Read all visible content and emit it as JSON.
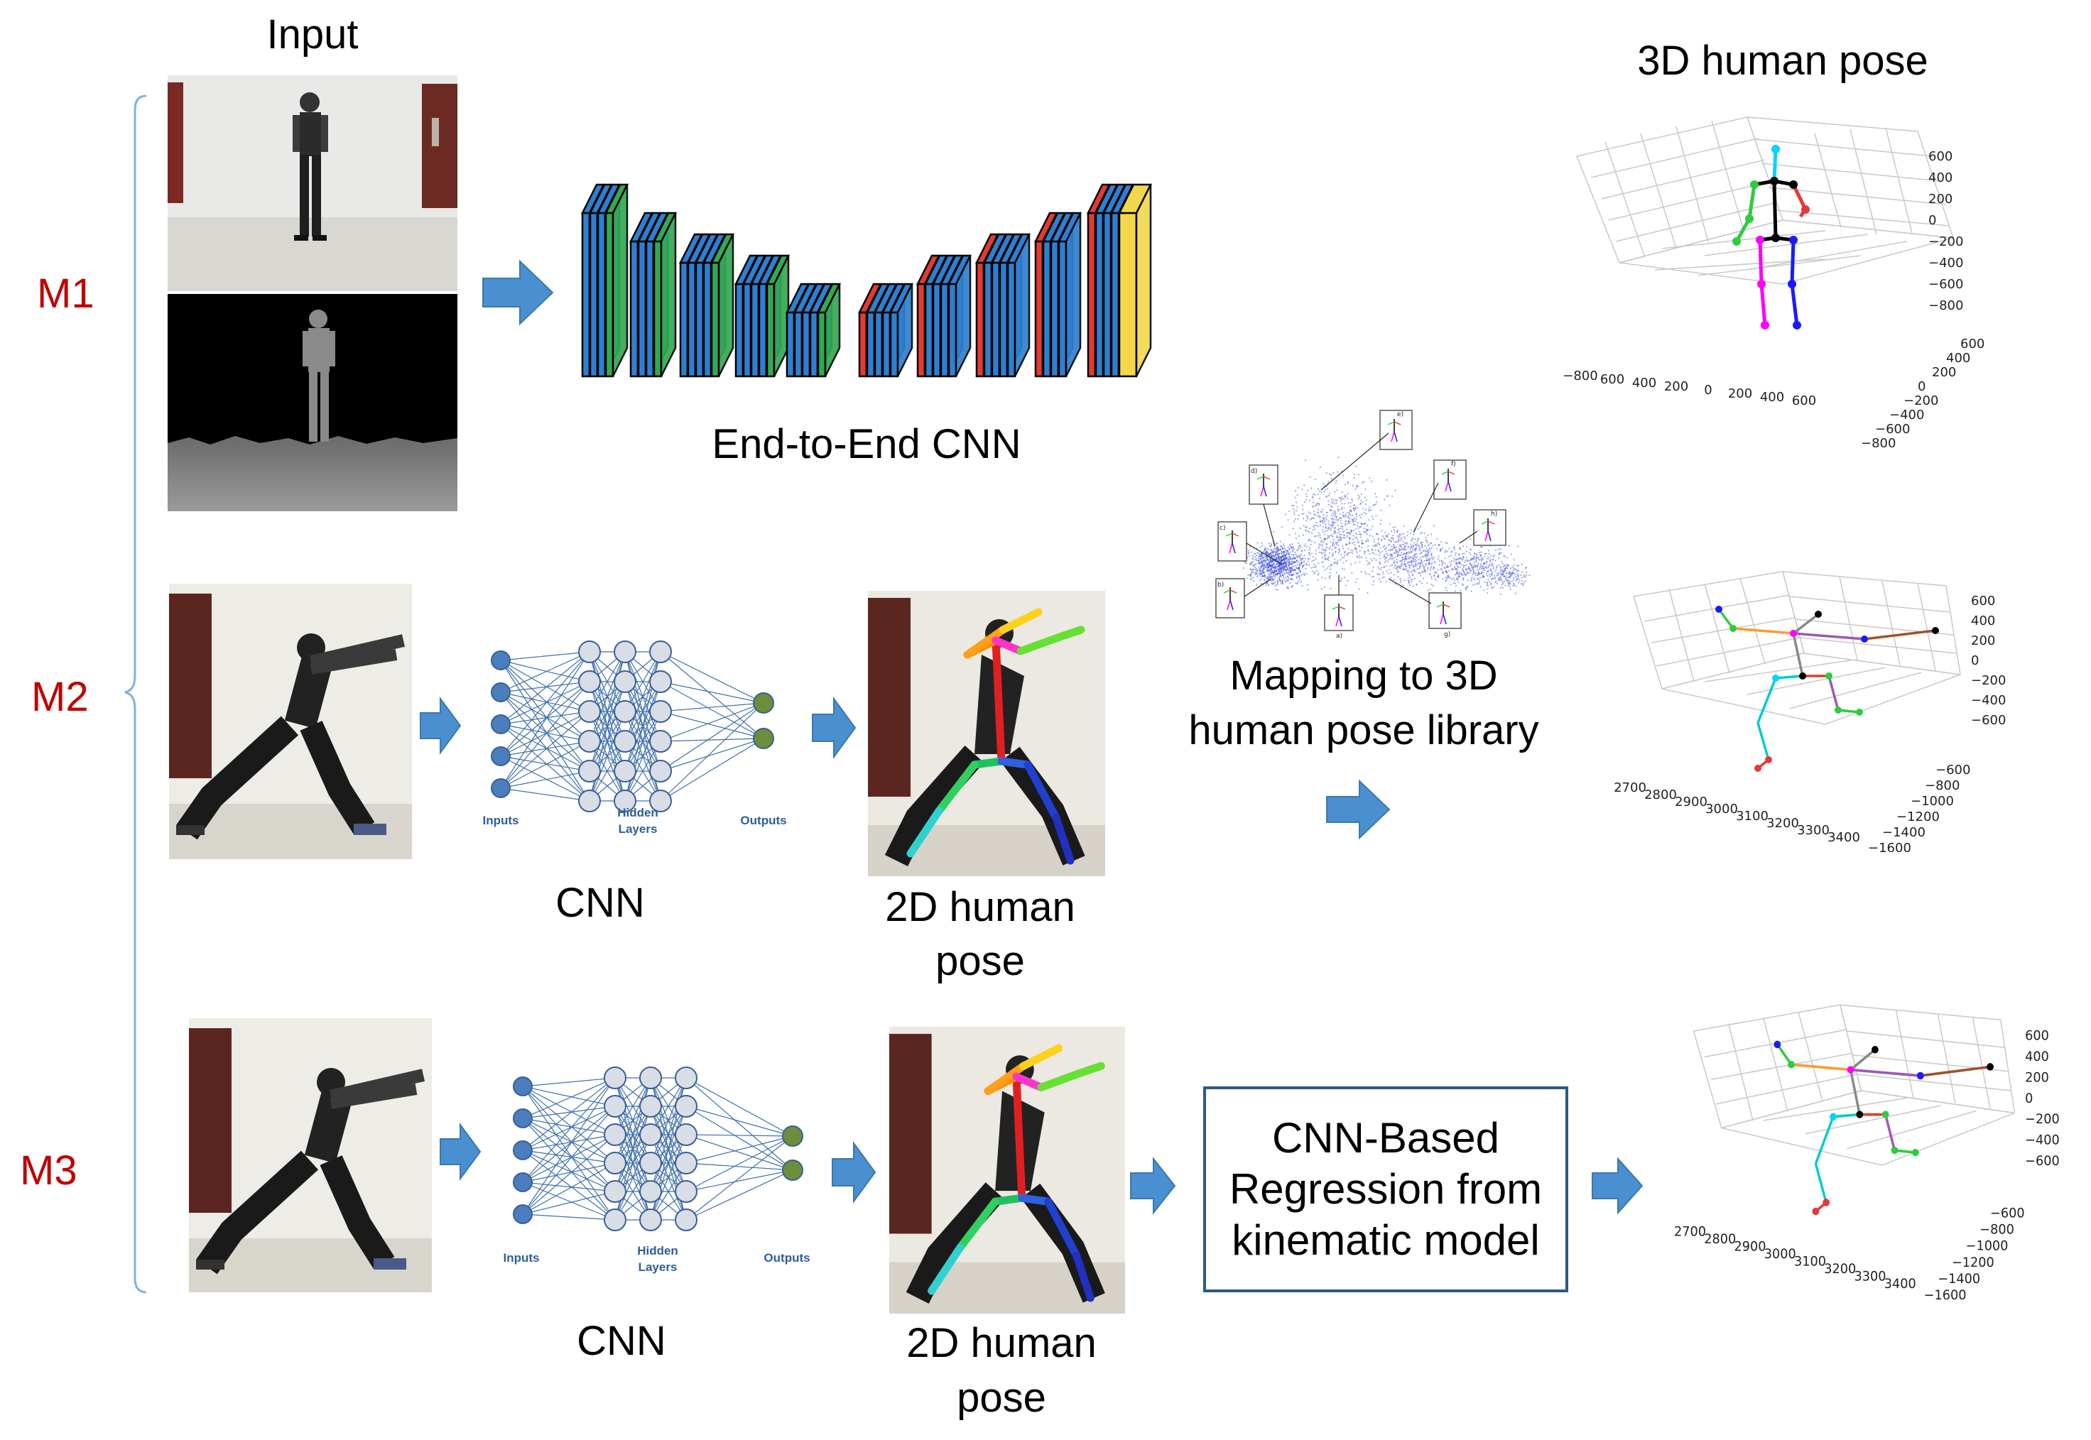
{
  "labels": {
    "input": "Input",
    "pose3d_title": "3D human pose",
    "m1": "M1",
    "m2": "M2",
    "m3": "M3",
    "e2e_cnn": "End-to-End CNN",
    "mapping_line1": "Mapping to 3D",
    "mapping_line2": "human pose library",
    "cnn_m2": "CNN",
    "cnn_m3": "CNN",
    "pose2d_m2_line1": "2D human",
    "pose2d_m2_line2": "pose",
    "pose2d_m3_line1": "2D human",
    "pose2d_m3_line2": "pose",
    "regression_line1": "CNN-Based",
    "regression_line2": "Regression from",
    "regression_line3": "kinematic model"
  },
  "nn_labels": {
    "inputs": "Inputs",
    "hidden_line1": "Hidden",
    "hidden_line2": "Layers",
    "outputs": "Outputs"
  },
  "library_subfigures": [
    "a)",
    "b)",
    "c)",
    "d)",
    "e)",
    "f)",
    "g)",
    "h)"
  ],
  "plot1_ticks": {
    "z": [
      "600",
      "400",
      "200",
      "0",
      "−200",
      "−400",
      "−600",
      "−800"
    ],
    "x": [
      "−800",
      "600",
      "400",
      "200",
      "0",
      "200",
      "400",
      "600"
    ],
    "y": [
      "600",
      "400",
      "200",
      "0",
      "−200",
      "−400",
      "−600",
      "−800"
    ]
  },
  "plot2_ticks": {
    "z": [
      "600",
      "400",
      "200",
      "0",
      "−200",
      "−400",
      "−600"
    ],
    "x": [
      "2700",
      "2800",
      "2900",
      "3000",
      "3100",
      "3200",
      "3300",
      "3400"
    ],
    "y": [
      "−600",
      "−800",
      "−1000",
      "−1200",
      "−1400",
      "−1600"
    ]
  },
  "plot3_ticks": {
    "z": [
      "600",
      "400",
      "200",
      "0",
      "−200",
      "−400",
      "−600"
    ],
    "x": [
      "2700",
      "2800",
      "2900",
      "3000",
      "3100",
      "3200",
      "3300",
      "3400"
    ],
    "y": [
      "−600",
      "−800",
      "−1000",
      "−1200",
      "−1400",
      "−1600"
    ]
  },
  "colors": {
    "row_label": "#c00000",
    "arrow": "#4a90d0",
    "bracket": "#7fb2dd",
    "cnn_blue": "#2f7fd0",
    "cnn_green": "#34a853",
    "cnn_red": "#e53935",
    "cnn_yellow": "#f2d74a",
    "nn_node_in": "#4a7ebf",
    "nn_node_hidden": "#d9dde6",
    "nn_node_out": "#6b8e3a",
    "box_border": "#2b5a86"
  }
}
